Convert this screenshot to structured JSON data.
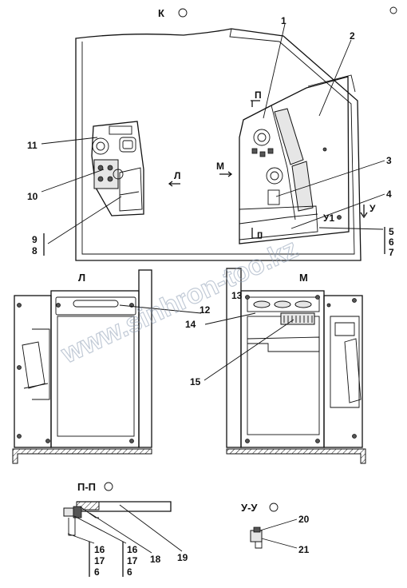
{
  "views": {
    "k": "К",
    "l": "Л",
    "m": "М",
    "pp": "П-П",
    "uu": "У-У"
  },
  "section_marks": {
    "p_top": "П",
    "p_bottom": "п",
    "u_right": "У",
    "u_left": "У1",
    "l_arrow": "Л",
    "m_arrow": "М"
  },
  "callouts": {
    "c1": "1",
    "c2": "2",
    "c3": "3",
    "c4": "4",
    "c5": "5",
    "c6": "6",
    "c7": "7",
    "c8": "8",
    "c9": "9",
    "c10": "10",
    "c11": "11",
    "c12": "12",
    "c13": "13",
    "c14": "14",
    "c15": "15",
    "c16a": "16",
    "c17a": "17",
    "c6a": "6",
    "c16b": "16",
    "c17b": "17",
    "c6b": "6",
    "c18": "18",
    "c19": "19",
    "c20": "20",
    "c21": "21"
  },
  "watermark": "www.sinhron-too.kz"
}
